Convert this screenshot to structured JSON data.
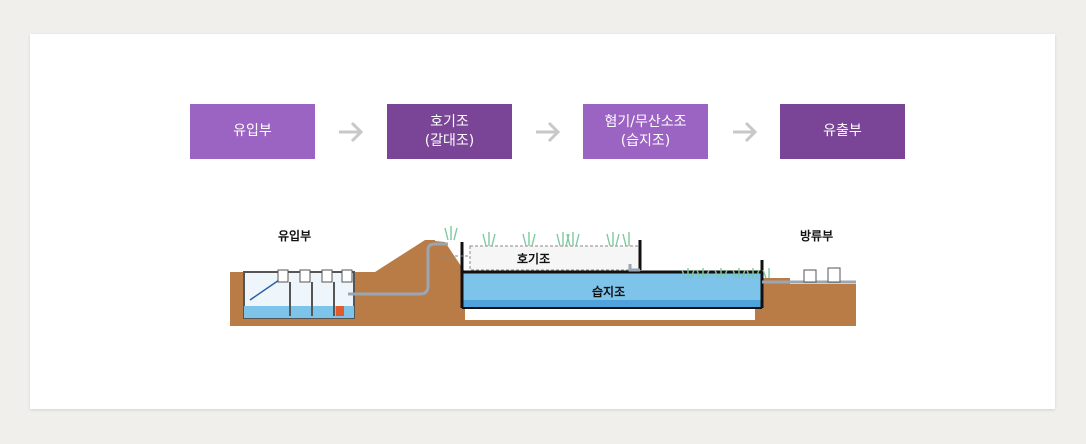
{
  "flow": {
    "steps": [
      {
        "line1": "유입부",
        "line2": ""
      },
      {
        "line1": "호기조",
        "line2": "(갈대조)"
      },
      {
        "line1": "혐기/무산소조",
        "line2": "(습지조)"
      },
      {
        "line1": "유출부",
        "line2": ""
      }
    ],
    "arrow_icon": "right-arrow-icon"
  },
  "diagram": {
    "inflow_label": "유입부",
    "outflow_label": "방류부",
    "aerobic_label": "호기조",
    "wetland_label": "습지조"
  },
  "colors": {
    "step_light": "#9b63c2",
    "step_dark": "#7a4596",
    "soil": "#b97c47",
    "water": "#7ec3ea",
    "arrow": "#c8c8c8",
    "reed": "#7fc9a0"
  }
}
